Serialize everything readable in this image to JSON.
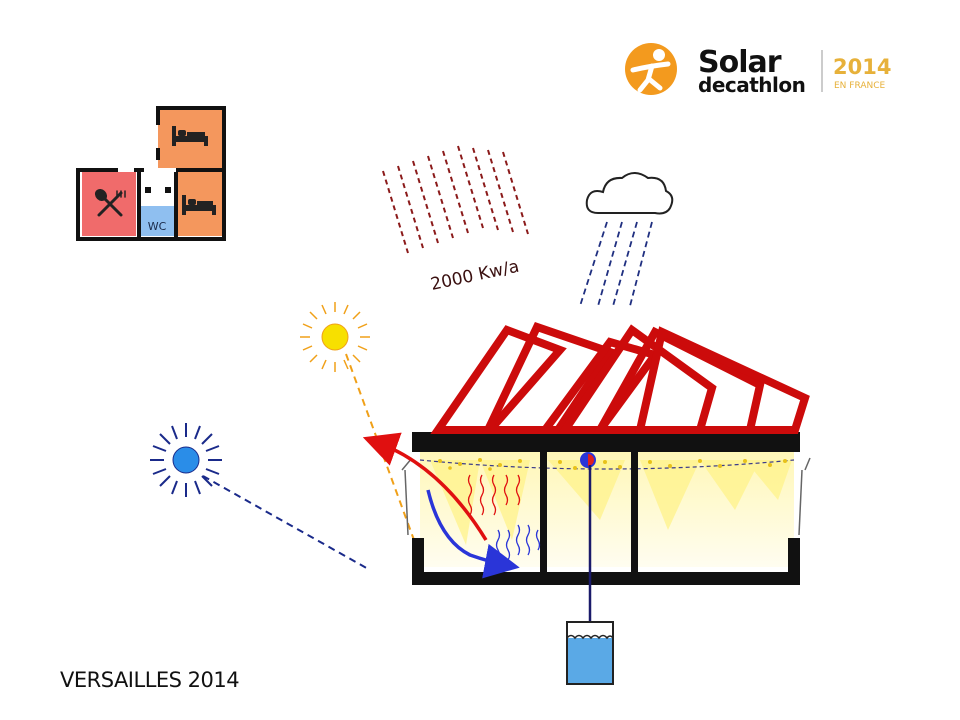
{
  "floor_plan": {
    "wc_label": "WC",
    "room_icons": [
      "bed-icon",
      "bed-icon",
      "dining-icon"
    ],
    "colors": {
      "bedroom": "#f4975d",
      "kitchen": "#f06b6b",
      "wc": "#8fbff0",
      "wall": "#111111"
    }
  },
  "logo": {
    "word_1": "Solar",
    "word_2": "decathlon",
    "year": "2014",
    "place": "EN FRANCE",
    "colors": {
      "brand_orange": "#f39a1e",
      "text": "#111111"
    }
  },
  "diagram": {
    "energy_label": "2000 Kw/a",
    "icons": [
      "cloud-icon",
      "rain",
      "summer-sun-icon",
      "winter-sun-icon",
      "water-tank-icon"
    ],
    "colors": {
      "frames": "#cc0b0b",
      "structure": "#111111",
      "hot_air": "#e01010",
      "cold_air": "#2a35d8",
      "summer_sun": "#f7d000",
      "winter_sun": "#2a8de8",
      "water": "#5aa9e6"
    }
  },
  "caption": "VERSAILLES 2014"
}
